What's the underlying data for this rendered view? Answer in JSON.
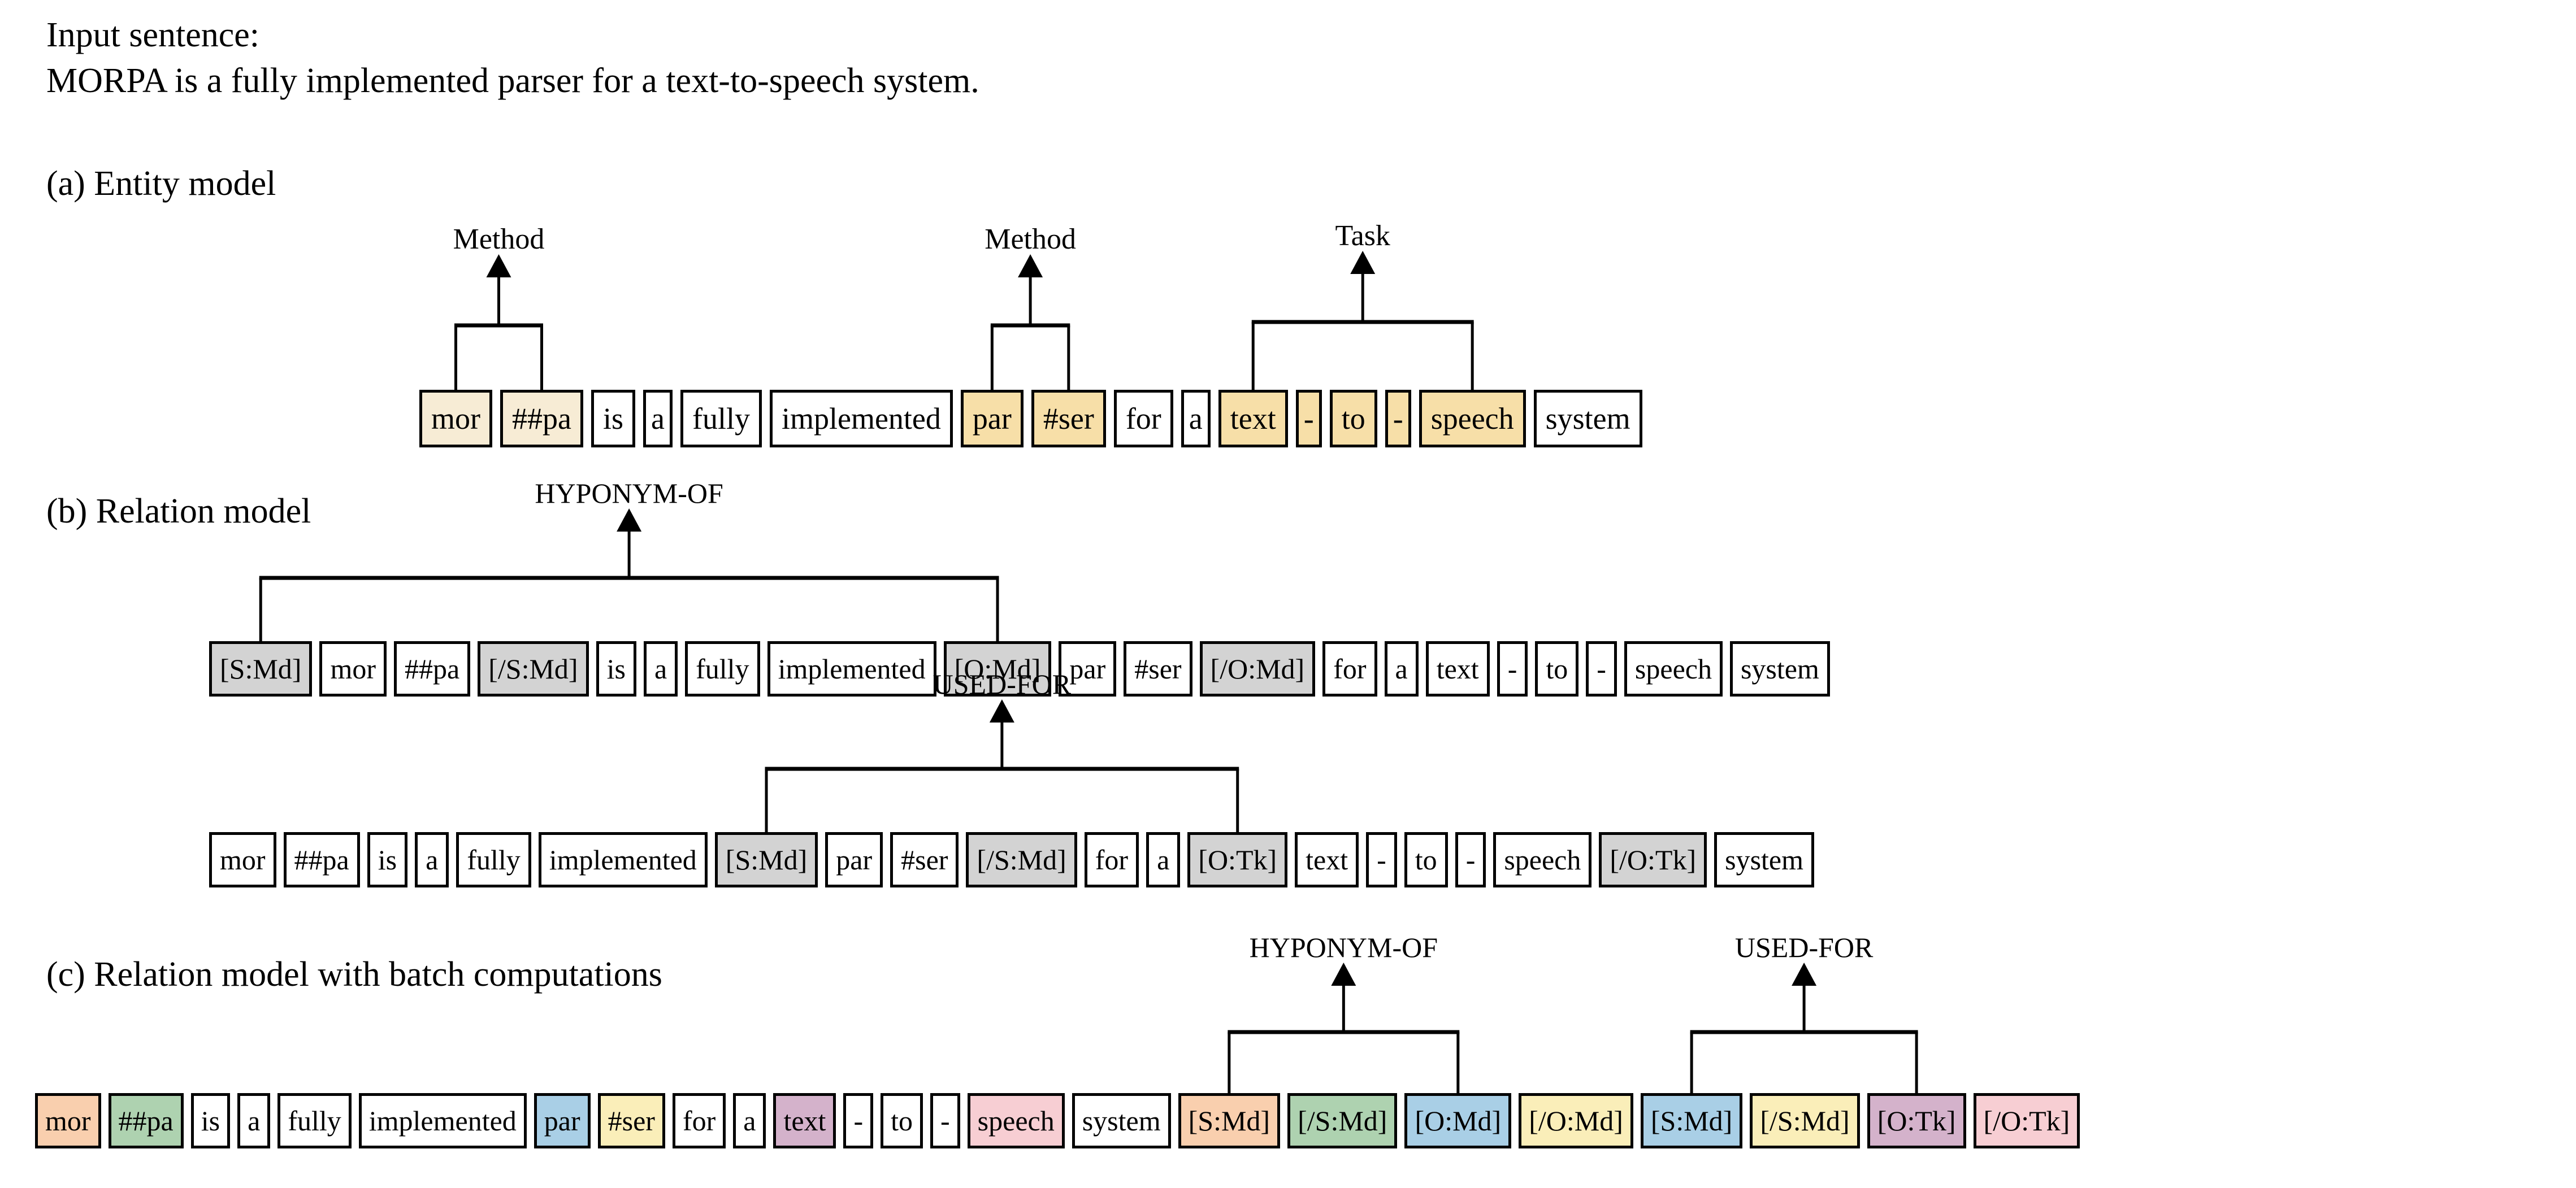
{
  "figure": {
    "input_heading": "Input sentence:",
    "input_sentence": "MORPA is a fully implemented parser for a text-to-speech system.",
    "sections": {
      "a": "(a) Entity model",
      "b": "(b) Relation model",
      "c": "(c) Relation model with batch computations"
    }
  },
  "colors": {
    "entity_light": "#f7ecd5",
    "entity_gold": "#f7dfa8",
    "marker_gray": "#d3d3d3",
    "peach": "#f9cfae",
    "green": "#aed2b0",
    "blue": "#a9cfe6",
    "yellow": "#faeeb9",
    "mauve": "#d4b2cb",
    "pink": "#f7ced3",
    "box_border": "#000000",
    "background": "#ffffff"
  },
  "entity_model": {
    "labels": [
      "Method",
      "Method",
      "Task"
    ],
    "tokens": [
      {
        "text": "mor",
        "fill": "entity_light"
      },
      {
        "text": "##pa",
        "fill": "entity_light"
      },
      {
        "text": "is",
        "fill": "none"
      },
      {
        "text": "a",
        "fill": "none"
      },
      {
        "text": "fully",
        "fill": "none"
      },
      {
        "text": "implemented",
        "fill": "none"
      },
      {
        "text": "par",
        "fill": "entity_gold"
      },
      {
        "text": "#ser",
        "fill": "entity_gold"
      },
      {
        "text": "for",
        "fill": "none"
      },
      {
        "text": "a",
        "fill": "none"
      },
      {
        "text": "text",
        "fill": "entity_gold"
      },
      {
        "text": "-",
        "fill": "entity_gold"
      },
      {
        "text": "to",
        "fill": "entity_gold"
      },
      {
        "text": "-",
        "fill": "entity_gold"
      },
      {
        "text": "speech",
        "fill": "entity_gold"
      },
      {
        "text": "system",
        "fill": "none"
      }
    ],
    "spans": [
      {
        "label": "Method",
        "from": 0,
        "to": 1
      },
      {
        "label": "Method",
        "from": 6,
        "to": 7
      },
      {
        "label": "Task",
        "from": 10,
        "to": 14
      }
    ]
  },
  "relation_model": {
    "rows": [
      {
        "label": "HYPONYM-OF",
        "tokens": [
          {
            "text": "[S:Md]",
            "fill": "marker_gray"
          },
          {
            "text": "mor",
            "fill": "none"
          },
          {
            "text": "##pa",
            "fill": "none"
          },
          {
            "text": "[/S:Md]",
            "fill": "marker_gray"
          },
          {
            "text": "is",
            "fill": "none"
          },
          {
            "text": "a",
            "fill": "none"
          },
          {
            "text": "fully",
            "fill": "none"
          },
          {
            "text": "implemented",
            "fill": "none"
          },
          {
            "text": "[O:Md]",
            "fill": "marker_gray"
          },
          {
            "text": "par",
            "fill": "none"
          },
          {
            "text": "#ser",
            "fill": "none"
          },
          {
            "text": "[/O:Md]",
            "fill": "marker_gray"
          },
          {
            "text": "for",
            "fill": "none"
          },
          {
            "text": "a",
            "fill": "none"
          },
          {
            "text": "text",
            "fill": "none"
          },
          {
            "text": "-",
            "fill": "none"
          },
          {
            "text": "to",
            "fill": "none"
          },
          {
            "text": "-",
            "fill": "none"
          },
          {
            "text": "speech",
            "fill": "none"
          },
          {
            "text": "system",
            "fill": "none"
          }
        ],
        "bracket": {
          "from": 0,
          "to": 8
        }
      },
      {
        "label": "USED-FOR",
        "tokens": [
          {
            "text": "mor",
            "fill": "none"
          },
          {
            "text": "##pa",
            "fill": "none"
          },
          {
            "text": "is",
            "fill": "none"
          },
          {
            "text": "a",
            "fill": "none"
          },
          {
            "text": "fully",
            "fill": "none"
          },
          {
            "text": "implemented",
            "fill": "none"
          },
          {
            "text": "[S:Md]",
            "fill": "marker_gray"
          },
          {
            "text": "par",
            "fill": "none"
          },
          {
            "text": "#ser",
            "fill": "none"
          },
          {
            "text": "[/S:Md]",
            "fill": "marker_gray"
          },
          {
            "text": "for",
            "fill": "none"
          },
          {
            "text": "a",
            "fill": "none"
          },
          {
            "text": "[O:Tk]",
            "fill": "marker_gray"
          },
          {
            "text": "text",
            "fill": "none"
          },
          {
            "text": "-",
            "fill": "none"
          },
          {
            "text": "to",
            "fill": "none"
          },
          {
            "text": "-",
            "fill": "none"
          },
          {
            "text": "speech",
            "fill": "none"
          },
          {
            "text": "[/O:Tk]",
            "fill": "marker_gray"
          },
          {
            "text": "system",
            "fill": "none"
          }
        ],
        "bracket": {
          "from": 6,
          "to": 12
        }
      }
    ]
  },
  "batch_model": {
    "labels": [
      "HYPONYM-OF",
      "USED-FOR"
    ],
    "tokens": [
      {
        "text": "mor",
        "fill": "peach"
      },
      {
        "text": "##pa",
        "fill": "green"
      },
      {
        "text": "is",
        "fill": "none"
      },
      {
        "text": "a",
        "fill": "none"
      },
      {
        "text": "fully",
        "fill": "none"
      },
      {
        "text": "implemented",
        "fill": "none"
      },
      {
        "text": "par",
        "fill": "blue"
      },
      {
        "text": "#ser",
        "fill": "yellow"
      },
      {
        "text": "for",
        "fill": "none"
      },
      {
        "text": "a",
        "fill": "none"
      },
      {
        "text": "text",
        "fill": "mauve"
      },
      {
        "text": "-",
        "fill": "none"
      },
      {
        "text": "to",
        "fill": "none"
      },
      {
        "text": "-",
        "fill": "none"
      },
      {
        "text": "speech",
        "fill": "pink"
      },
      {
        "text": "system",
        "fill": "none"
      },
      {
        "text": "[S:Md]",
        "fill": "peach"
      },
      {
        "text": "[/S:Md]",
        "fill": "green"
      },
      {
        "text": "[O:Md]",
        "fill": "blue"
      },
      {
        "text": "[/O:Md]",
        "fill": "yellow"
      },
      {
        "text": "[S:Md]",
        "fill": "blue"
      },
      {
        "text": "[/S:Md]",
        "fill": "yellow"
      },
      {
        "text": "[O:Tk]",
        "fill": "mauve"
      },
      {
        "text": "[/O:Tk]",
        "fill": "pink"
      }
    ],
    "brackets": [
      {
        "label": "HYPONYM-OF",
        "from": 16,
        "to": 18
      },
      {
        "label": "USED-FOR",
        "from": 20,
        "to": 22
      }
    ]
  }
}
